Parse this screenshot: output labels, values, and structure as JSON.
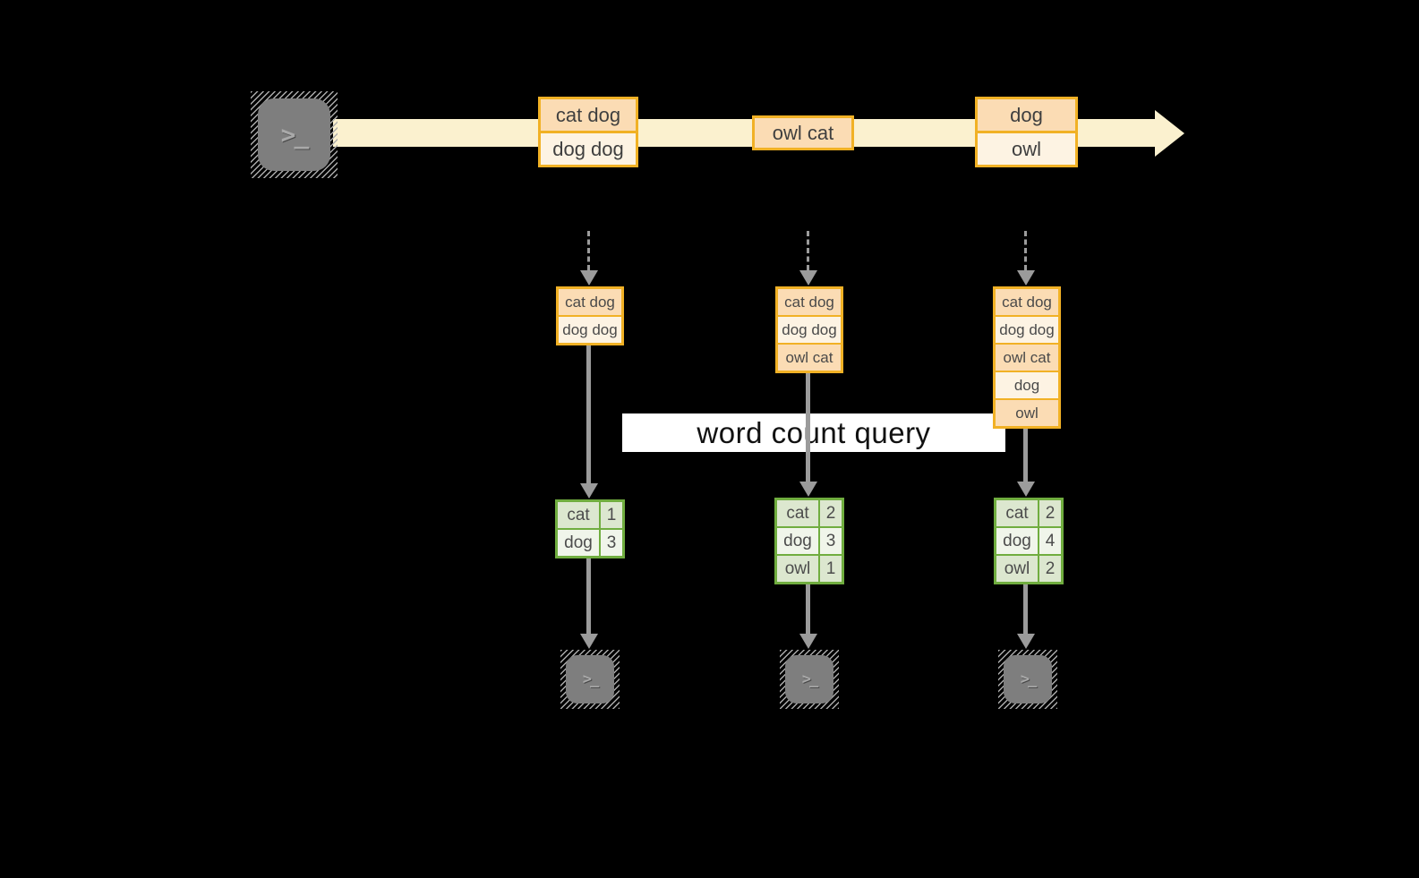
{
  "query_label": "word count query",
  "colors": {
    "background": "#000000",
    "amber_border": "#f1b125",
    "peach_cell": "#fbdcb4",
    "cream_cell": "#fdf3e3",
    "stream_band": "#fbf1cf",
    "arrow_gray": "#9b9b9b",
    "green_border": "#70ad3f",
    "green_row_dark": "#dce7cf",
    "green_row_light": "#f0f5ea",
    "terminal_gray": "#7e7e7e",
    "text_dark": "#3f3f3f"
  },
  "icons": {
    "terminal_prompt": ">_"
  },
  "timeline": {
    "events": [
      {
        "cells": [
          "cat dog",
          "dog dog"
        ]
      },
      {
        "cells": [
          "owl cat"
        ]
      },
      {
        "cells": [
          "dog",
          "owl"
        ]
      }
    ]
  },
  "columns": [
    {
      "window_cells": [
        "cat dog",
        "dog dog"
      ],
      "count_rows": [
        {
          "word": "cat",
          "count": "1"
        },
        {
          "word": "dog",
          "count": "3"
        }
      ]
    },
    {
      "window_cells": [
        "cat dog",
        "dog dog",
        "owl cat"
      ],
      "count_rows": [
        {
          "word": "cat",
          "count": "2"
        },
        {
          "word": "dog",
          "count": "3"
        },
        {
          "word": "owl",
          "count": "1"
        }
      ]
    },
    {
      "window_cells": [
        "cat dog",
        "dog dog",
        "owl cat",
        "dog",
        "owl"
      ],
      "count_rows": [
        {
          "word": "cat",
          "count": "2"
        },
        {
          "word": "dog",
          "count": "4"
        },
        {
          "word": "owl",
          "count": "2"
        }
      ]
    }
  ]
}
